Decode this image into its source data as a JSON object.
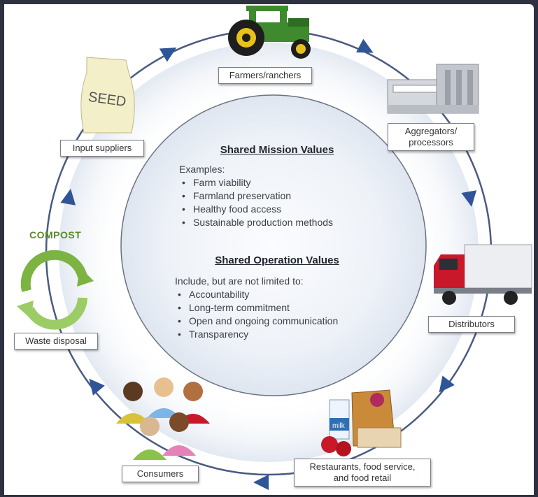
{
  "cycle": {
    "nodes": [
      {
        "label": "Farmers/ranchers",
        "icon": "tractor-icon"
      },
      {
        "label": "Aggregators/\nprocessors",
        "icon": "factory-icon"
      },
      {
        "label": "Distributors",
        "icon": "delivery-truck-icon"
      },
      {
        "label": "Restaurants, food service,\nand food retail",
        "icon": "groceries-icon"
      },
      {
        "label": "Consumers",
        "icon": "people-group-icon"
      },
      {
        "label": "Waste disposal",
        "icon": "recycle-icon"
      },
      {
        "label": "Input suppliers",
        "icon": "seed-bag-icon"
      }
    ]
  },
  "icons": {
    "seed_text": "SEED",
    "compost_text": "COMPOST",
    "milk_text": "milk"
  },
  "center": {
    "mission_title": "Shared Mission Values",
    "mission_intro": "Examples:",
    "mission_items": [
      "Farm viability",
      "Farmland preservation",
      "Healthy food access",
      "Sustainable production methods"
    ],
    "operation_title": "Shared Operation Values",
    "operation_intro": "Include, but are not limited to:",
    "operation_items": [
      "Accountability",
      "Long-term commitment",
      "Open and ongoing communication",
      "Transparency"
    ]
  },
  "colors": {
    "ring": "#4a5a82",
    "arrow": "#2f5597",
    "inner_border": "#6b7280",
    "inner_fill": "#e6ecf4",
    "tractor": "#3f8a2f",
    "truck_cab": "#c8182a",
    "compost": "#7cb342"
  }
}
